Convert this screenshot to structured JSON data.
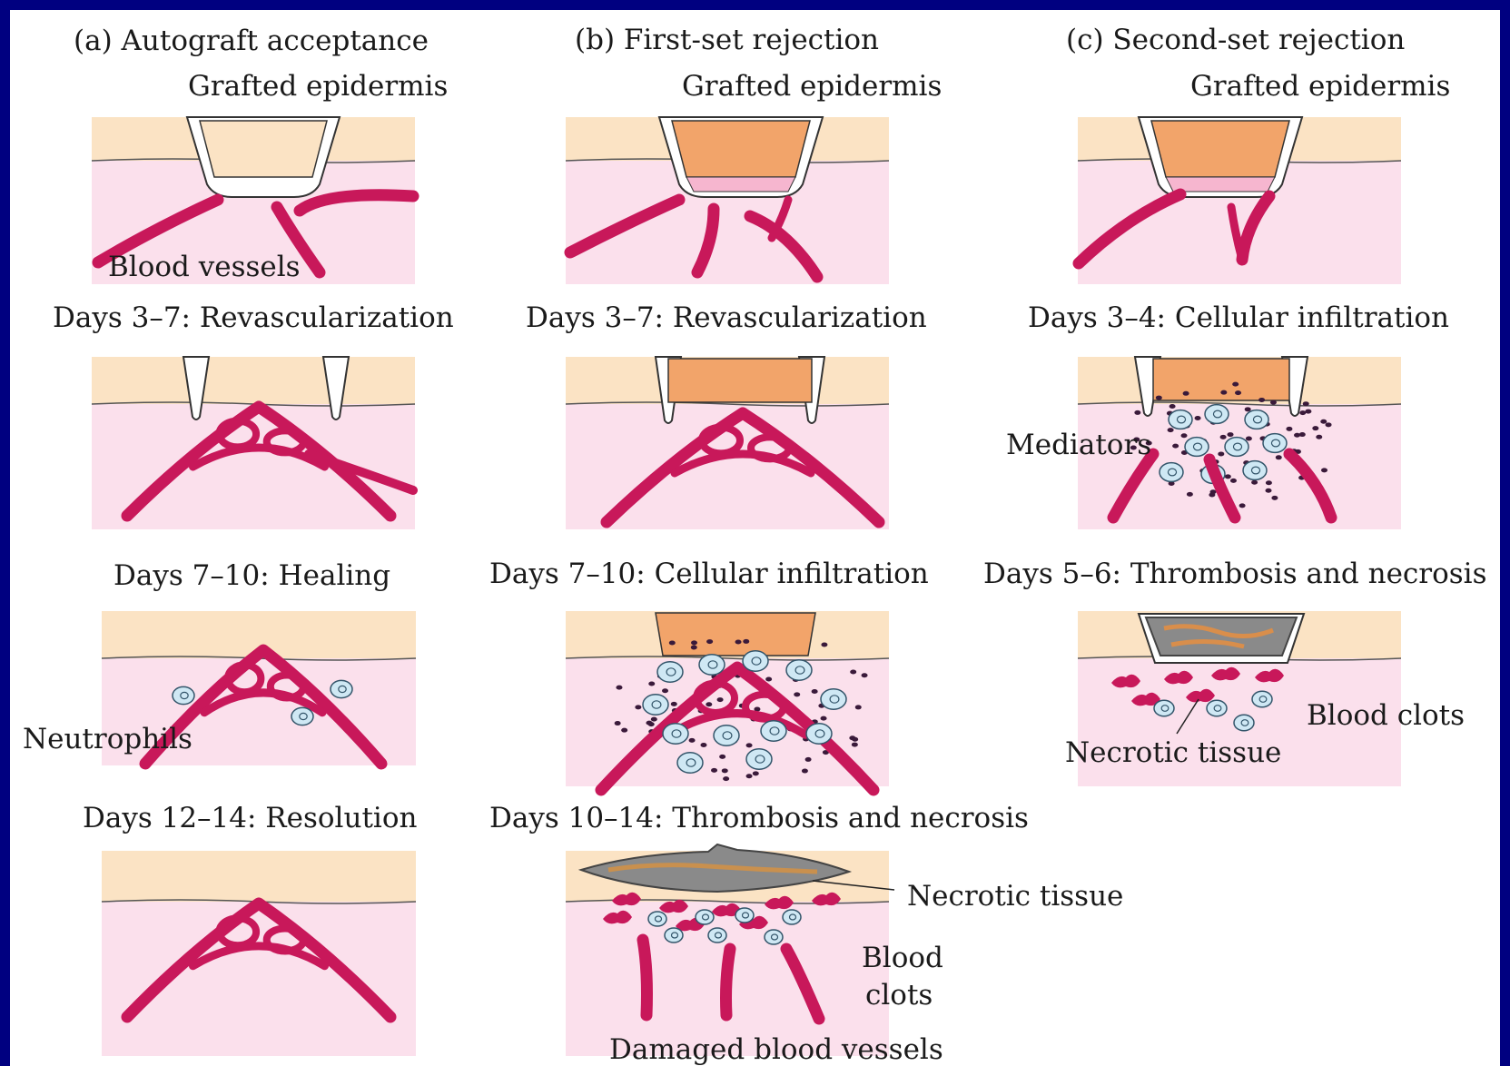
{
  "columns": {
    "a": {
      "title": "(a) Autograft acceptance",
      "graft_label": "Grafted epidermis",
      "vessels_label": "Blood vessels",
      "stages": [
        "Days 3–7: Revascularization",
        "Days 7–10: Healing",
        "Days 12–14: Resolution"
      ],
      "neutrophils_label": "Neutrophils"
    },
    "b": {
      "title": "(b) First-set rejection",
      "graft_label": "Grafted epidermis",
      "stages": [
        "Days 3–7: Revascularization",
        "Days 7–10: Cellular infiltration",
        "Days 10–14: Thrombosis and necrosis"
      ],
      "necrotic_label": "Necrotic tissue",
      "clots_label_1": "Blood",
      "clots_label_2": "clots",
      "damaged_label": "Damaged blood vessels"
    },
    "c": {
      "title": "(c) Second-set rejection",
      "graft_label": "Grafted epidermis",
      "stages": [
        "Days 3–4: Cellular infiltration",
        "Days 5–6: Thrombosis and necrosis"
      ],
      "mediators_label": "Mediators",
      "clots_label": "Blood clots",
      "necrotic_label": "Necrotic tissue"
    }
  },
  "colors": {
    "frame": "#000080",
    "epidermis": "#fbe3c4",
    "dermis": "#fbe0ec",
    "graft_foreign": "#f2a46a",
    "graft_under": "#f6b6cf",
    "vessel": "#c8185a",
    "cell_fill": "#cfe8f4",
    "mediator": "#3a1a3a",
    "necrotic": "#8a8a8a"
  }
}
